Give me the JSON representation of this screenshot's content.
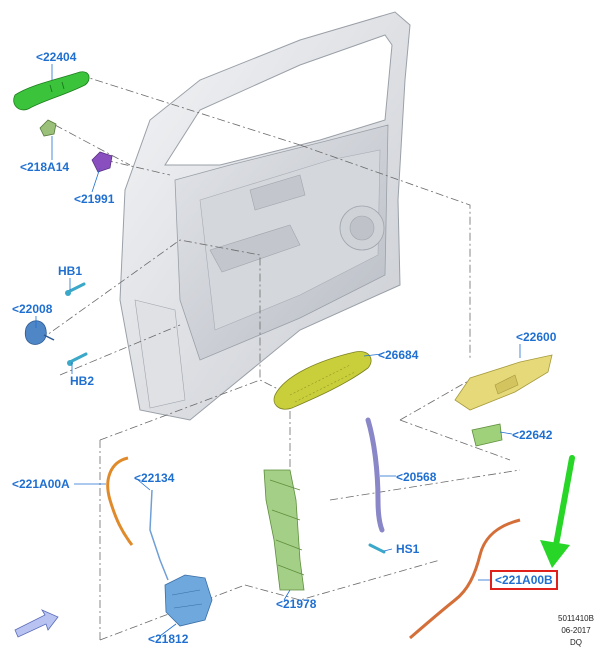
{
  "callouts": {
    "c22404": "<22404",
    "c218A14": "<218A14",
    "c21991": "<21991",
    "cHB1": "HB1",
    "c22008": "<22008",
    "cHB2": "HB2",
    "c26684": "<26684",
    "c22600": "<22600",
    "c22642": "<22642",
    "c221A00A": "<221A00A",
    "c22134": "<22134",
    "c20568": "<20568",
    "cHS1": "HS1",
    "c221A00B": "<221A00B",
    "c21978": "<21978",
    "c21812": "<21812"
  },
  "footer": {
    "ref": "5011410B",
    "date": "06-2017",
    "code": "DQ"
  },
  "colors": {
    "callout_text": "#1f6fd1",
    "highlight_box": "#e0201a",
    "pointer_arrow": "#27d627",
    "handle_green": "#3bc43b",
    "bracket_purple": "#8a4fbf",
    "latch_blue": "#4f86c6",
    "cable_orange": "#e08a2a",
    "module_olive": "#c9cf3a",
    "trim_yellow": "#e6d97a",
    "rod_violet": "#8a87c9",
    "carrier_green": "#9fd07a"
  }
}
